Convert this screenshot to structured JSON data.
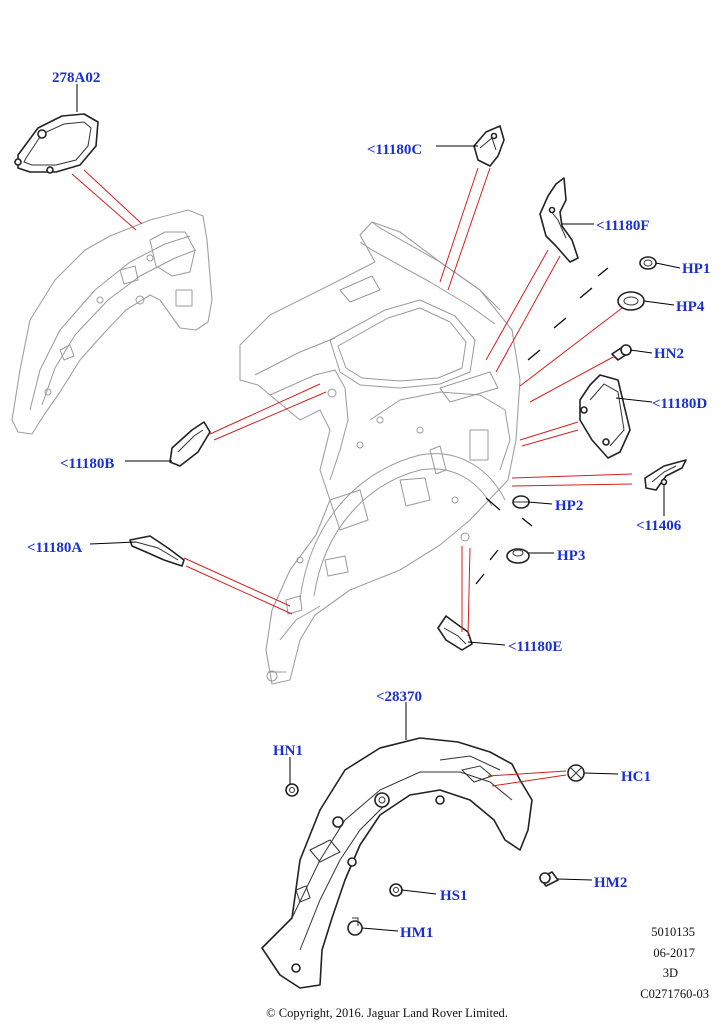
{
  "callouts": {
    "c278A02": "278A02",
    "c11180C": "<11180C",
    "c11180F": "<11180F",
    "cHP1": "HP1",
    "cHP4": "HP4",
    "cHN2": "HN2",
    "c11180D": "<11180D",
    "c11180B": "<11180B",
    "c11406": "<11406",
    "cHP2": "HP2",
    "c11180A": "<11180A",
    "cHP3": "HP3",
    "c11180E": "<11180E",
    "c28370": "<28370",
    "cHN1": "HN1",
    "cHC1": "HC1",
    "cHM2": "HM2",
    "cHS1": "HS1",
    "cHM1": "HM1"
  },
  "meta": {
    "code": "5010135",
    "date": "06-2017",
    "view": "3D",
    "figure_id": "C0271760-03"
  },
  "footer": {
    "copyright": "© Copyright, 2016. Jaguar Land Rover Limited."
  },
  "colors": {
    "callout": "#1a2fd0",
    "reference_line": "#d42020",
    "part_outline": "#222222",
    "body_outline": "#a0a0a0"
  }
}
